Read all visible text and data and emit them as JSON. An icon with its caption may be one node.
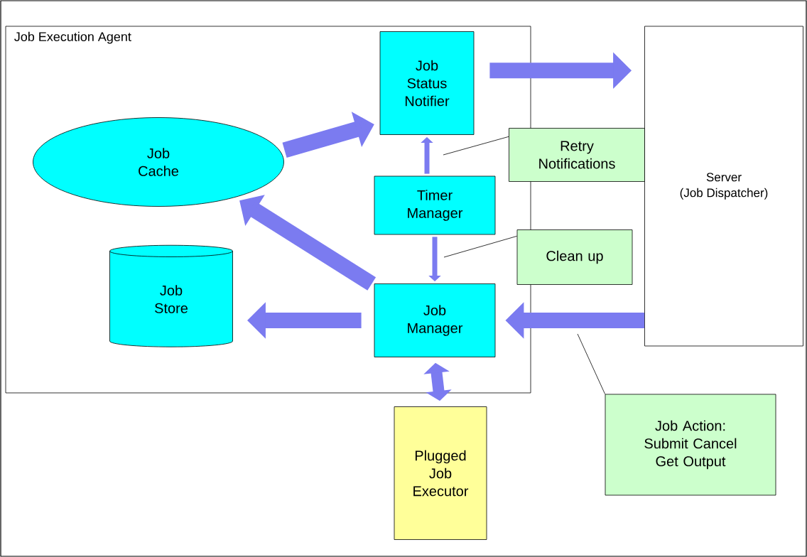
{
  "diagram": {
    "nodes": [
      {
        "text": [
          "Job Execution Agent"
        ]
      },
      {
        "text": [
          "Job Status Notifier"
        ],
        "in": 0
      },
      {
        "text": [
          "Job Cache"
        ],
        "in": 0
      },
      {
        "text": [
          "Timer Manager"
        ],
        "in": 0
      },
      {
        "text": [
          "Job Store"
        ],
        "in": 0
      },
      {
        "text": [
          "Job Manager"
        ],
        "in": 0
      },
      {
        "text": [
          "Retry Notifications"
        ]
      },
      {
        "text": [
          "Clean up"
        ]
      },
      {
        "text": [
          "Server (Job Dispatcher)"
        ]
      },
      {
        "text": [
          "Job Action: Submit Cancel Get Output"
        ]
      },
      {
        "text": [
          "Plugged Job Executor"
        ]
      }
    ],
    "edges": [
      {
        "from": 2,
        "to": 1,
        "arrow": "to"
      },
      {
        "from": 1,
        "to": 8,
        "arrow": "to"
      },
      {
        "from": 3,
        "to": 1,
        "arrow": "to"
      },
      {
        "from": 3,
        "to": 5,
        "arrow": "to"
      },
      {
        "from": 5,
        "to": 2,
        "arrow": "to"
      },
      {
        "from": 5,
        "to": 4,
        "arrow": "to"
      },
      {
        "from": 8,
        "to": 5,
        "arrow": "to"
      },
      {
        "from": 5,
        "to": 10,
        "arrow": "both"
      },
      {
        "from": 6,
        "to": null,
        "arrow": "none",
        "color": "#000000"
      },
      {
        "from": 7,
        "to": null,
        "arrow": "none",
        "color": "#000000"
      },
      {
        "from": 9,
        "to": null,
        "arrow": "none",
        "color": "#000000"
      }
    ]
  }
}
